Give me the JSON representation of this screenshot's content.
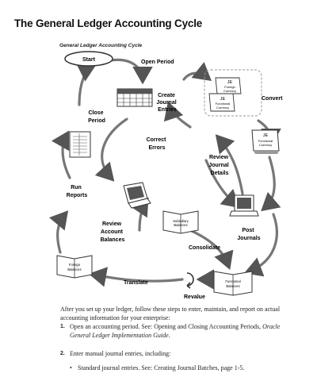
{
  "heading": "The General Ledger Accounting Cycle",
  "caption": "General Ledger Accounting Cycle",
  "diagram": {
    "start": "Start",
    "open_period": "Open Period",
    "create_journal_entries": [
      "Create",
      "Journal",
      "Entries"
    ],
    "convert": "Convert",
    "je_foreign_1": "JE",
    "je_foreign_2": [
      "Foreign",
      "Currency"
    ],
    "je_functional_1": "JE",
    "je_functional_2": [
      "Functional",
      "Currency"
    ],
    "je_functional_3": "JE",
    "je_functional_4": [
      "Functional",
      "Currency"
    ],
    "close_period": [
      "Close",
      "Period"
    ],
    "correct_errors": [
      "Correct",
      "Errors"
    ],
    "review_journal_details": [
      "Review",
      "Journal",
      "Details"
    ],
    "run_reports": [
      "Run",
      "Reports"
    ],
    "subsidiary_balances": [
      "Subsidiary",
      "Balances"
    ],
    "post_journals": [
      "Post",
      "Journals"
    ],
    "review_account_balances": [
      "Review",
      "Account",
      "Balances"
    ],
    "consolidate": "Consolidate",
    "foreign_balances": [
      "Foreign",
      "Balances"
    ],
    "functional_balances": [
      "Functional",
      "Balances"
    ],
    "revalue": "Revalue",
    "translate": "Translate"
  },
  "intro": "After you set up your ledger, follow these steps to enter, maintain, and report on actual accounting information for your enterprise:",
  "steps": [
    {
      "num": "1.",
      "text_a": "Open an accounting period. See: Opening and Closing Accounting Periods, ",
      "text_b": "Oracle General Ledger Implementation Guide",
      "text_c": "."
    },
    {
      "num": "2.",
      "text_a": "Enter manual journal entries, including:"
    }
  ],
  "bullet": "Standard journal entries. See: Creating Journal Batches, page 1-5."
}
